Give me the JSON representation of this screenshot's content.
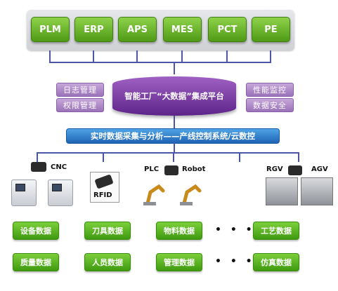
{
  "systems": [
    "PLM",
    "ERP",
    "APS",
    "MES",
    "PCT",
    "PE"
  ],
  "left_tags": [
    "日志管理",
    "权限管理"
  ],
  "right_tags": [
    "性能监控",
    "数据安全"
  ],
  "platform_label": "智能工厂“大数据”集成平台",
  "analysis_bar": "实时数据采集与分析——产线控制系统/云数控",
  "equipment": {
    "cnc": "CNC",
    "rfid": "RFID",
    "plc": "PLC",
    "robot": "Robot",
    "rgv": "RGV",
    "agv": "AGV"
  },
  "data_row1": [
    "设备数据",
    "刀具数据",
    "物料数据",
    "工艺数据"
  ],
  "data_row2": [
    "质量数据",
    "人员数据",
    "管理数据",
    "仿真数据"
  ],
  "ellipsis": "• • •",
  "colors": {
    "green": "#5aaa1e",
    "purple": "#7a3aa5",
    "blue": "#2a74c4",
    "line": "#4b56a8"
  }
}
